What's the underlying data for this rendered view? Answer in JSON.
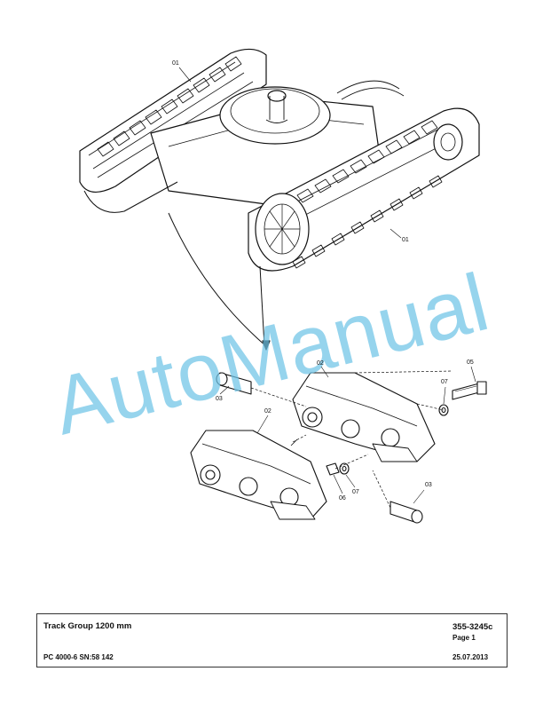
{
  "watermark": "AutoManual",
  "callouts": {
    "c01_top": "01",
    "c01_right": "01",
    "c02_upper": "02",
    "c02_lower": "02",
    "c03_left": "03",
    "c03_right": "03",
    "c05": "05",
    "c06": "06",
    "c07_upper": "07",
    "c07_lower": "07"
  },
  "title_block": {
    "title": "Track Group 1200 mm",
    "doc_number": "355-3245c",
    "page": "Page 1",
    "model": "PC 4000-6 SN:58 142",
    "date": "25.07.2013"
  },
  "colors": {
    "line": "#111111",
    "watermark": "#6ec3e6"
  }
}
